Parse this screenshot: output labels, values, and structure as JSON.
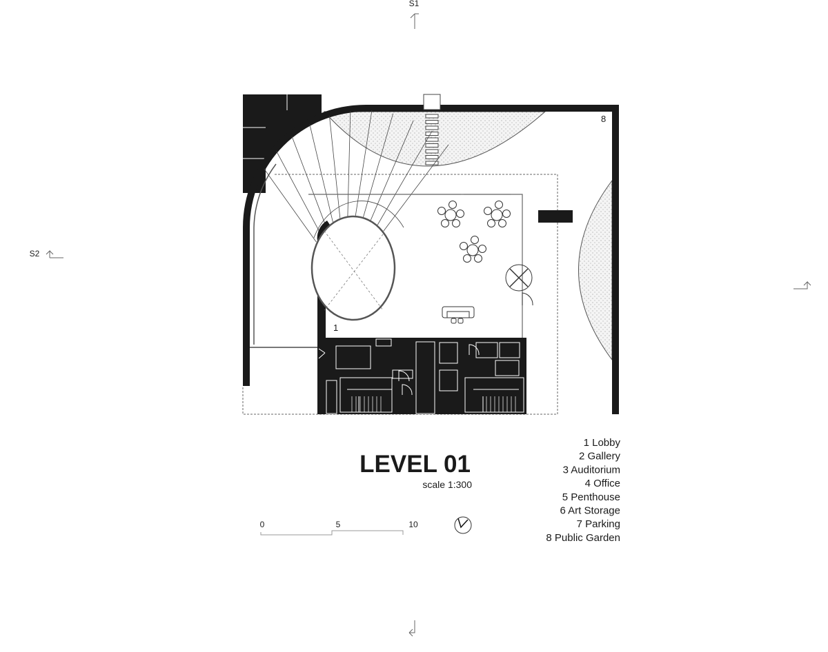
{
  "plan": {
    "title": "LEVEL 01",
    "scale": "scale 1:300",
    "room_labels": {
      "lobby": "1",
      "garden": "8"
    },
    "section_markers": {
      "s1": "S1",
      "s2": "S2"
    },
    "scale_bar": {
      "ticks": [
        "0",
        "5",
        "10"
      ]
    },
    "legend": [
      "1 Lobby",
      "2 Gallery",
      "3 Auditorium",
      "4 Office",
      "5 Penthouse",
      "6 Art Storage",
      "7 Parking",
      "8 Public Garden"
    ],
    "colors": {
      "wall": "#1a1a1a",
      "line": "#555555",
      "stipple": "#e8e8e8"
    }
  }
}
